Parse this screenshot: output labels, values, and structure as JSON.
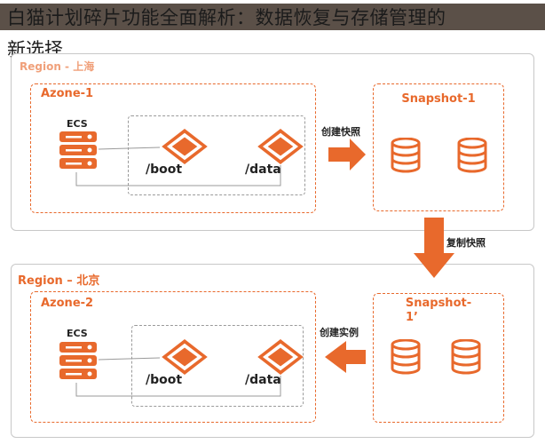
{
  "title": {
    "line1": "白猫计划碎片功能全面解析：数据恢复与存储管理的",
    "line2": "新选择"
  },
  "regions": [
    {
      "label": "Region - 上海"
    },
    {
      "label": "Region – 北京"
    }
  ],
  "zones": [
    {
      "label": "Azone-1",
      "ecs": "ECS",
      "disks": [
        "/boot",
        "/data"
      ]
    },
    {
      "label": "Azone-2",
      "ecs": "ECS",
      "disks": [
        "/boot",
        "/data"
      ]
    }
  ],
  "snapshots": [
    {
      "label": "Snapshot-1"
    },
    {
      "label_line1": "Snapshot-",
      "label_line2": "1’"
    }
  ],
  "arrows": {
    "create_snapshot": "创建快照",
    "copy_snapshot": "复制快照",
    "create_instance": "创建实例"
  },
  "colors": {
    "accent": "#e8692c",
    "title_band": "#5b5048"
  }
}
